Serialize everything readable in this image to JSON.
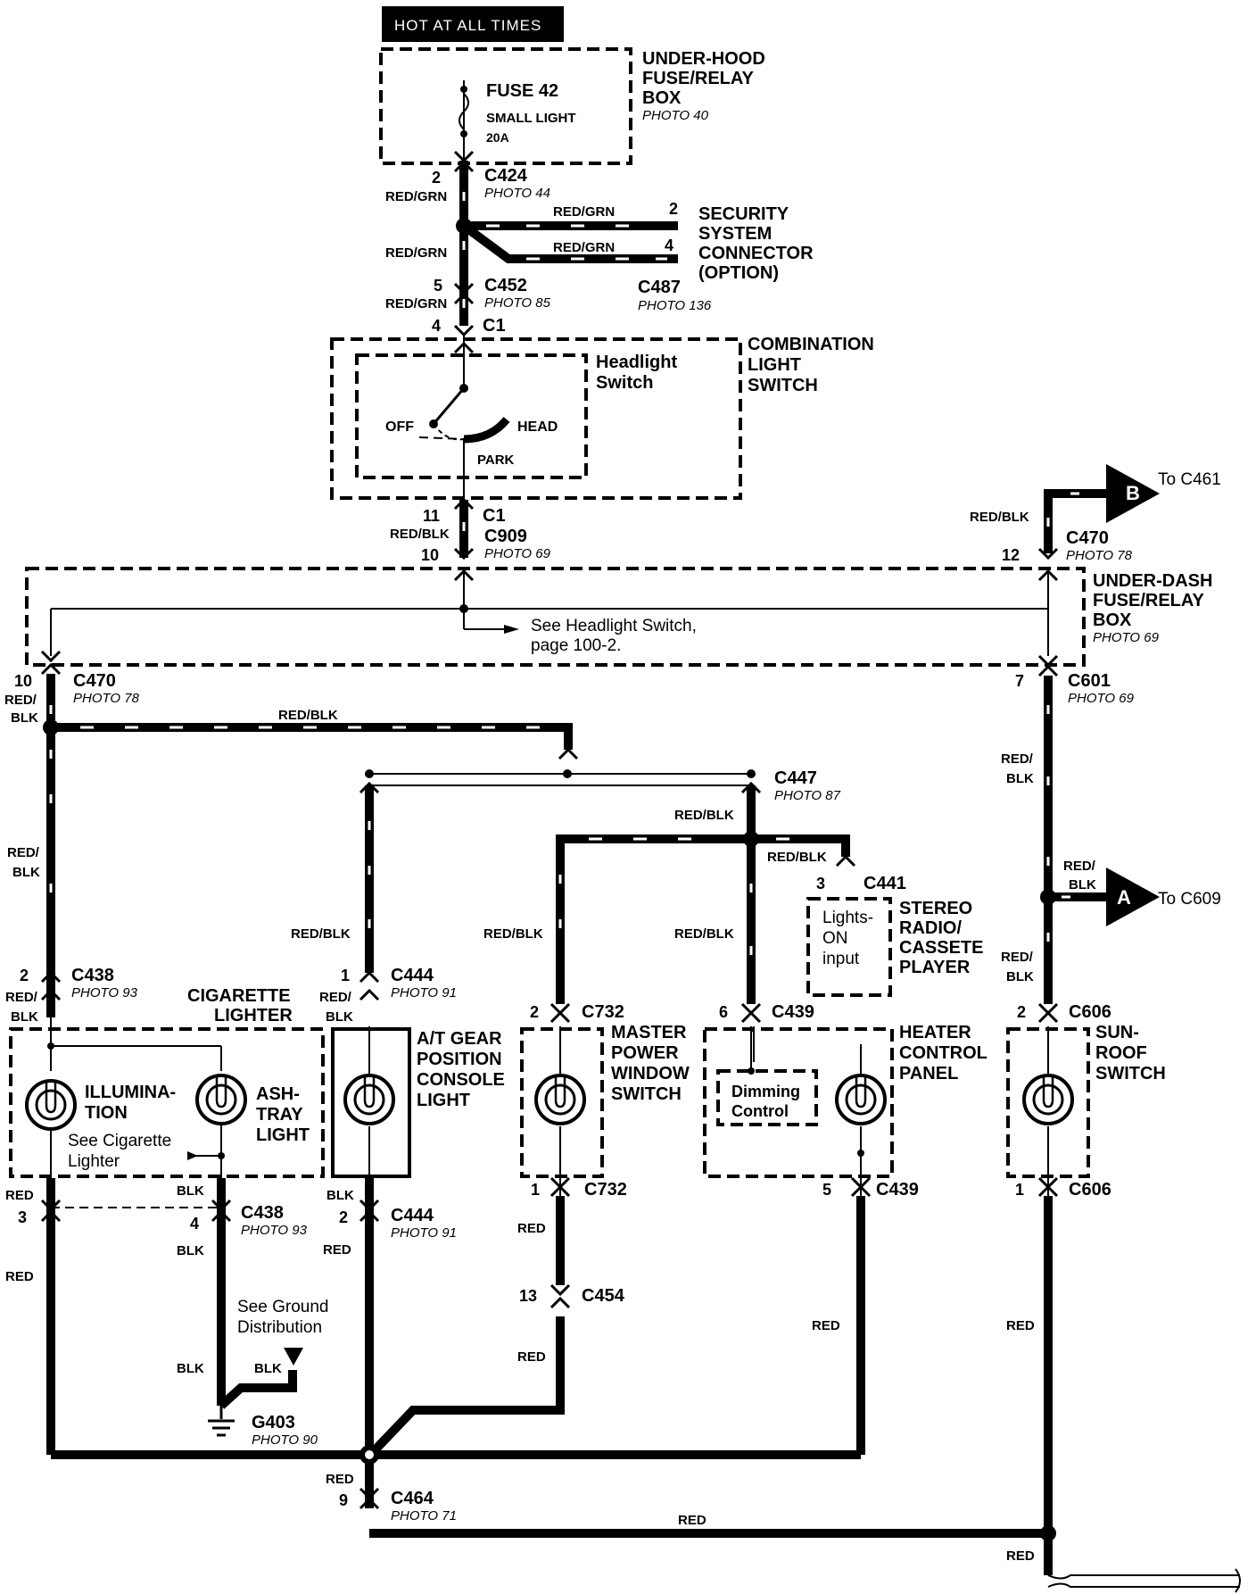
{
  "header": {
    "hot_label": "HOT AT ALL TIMES"
  },
  "under_hood_box": {
    "name_lines": [
      "UNDER-HOOD",
      "FUSE/RELAY",
      "BOX"
    ],
    "photo": "PHOTO 40",
    "fuse_name": "FUSE 42",
    "fuse_desc": "SMALL LIGHT",
    "fuse_rating": "20A"
  },
  "c424": {
    "pin": "2",
    "id": "C424",
    "photo": "PHOTO 44",
    "wire": "RED/GRN"
  },
  "security": {
    "name_lines": [
      "SECURITY",
      "SYSTEM",
      "CONNECTOR",
      "(OPTION)"
    ],
    "wire_top": "RED/GRN",
    "pin_top": "2",
    "wire_bottom": "RED/GRN",
    "pin_bottom": "4",
    "connector": "C487",
    "photo": "PHOTO 136",
    "left_wire": "RED/GRN"
  },
  "c452": {
    "pin": "5",
    "id": "C452",
    "photo": "PHOTO 85",
    "wire": "RED/GRN"
  },
  "combination_switch": {
    "pin_top": "4",
    "conn_top": "C1",
    "name_lines": [
      "COMBINATION",
      "LIGHT",
      "SWITCH"
    ],
    "inner_name_lines": [
      "Headlight",
      "Switch"
    ],
    "off": "OFF",
    "head": "HEAD",
    "park": "PARK",
    "pin_bottom": "11",
    "conn_bottom": "C1",
    "wire": "RED/BLK"
  },
  "c909": {
    "id": "C909",
    "pin": "10",
    "photo": "PHOTO 69"
  },
  "c470_right": {
    "pin": "12",
    "id": "C470",
    "photo": "PHOTO 78",
    "wire": "RED/BLK"
  },
  "to_b": {
    "letter": "B",
    "label": "To  C461"
  },
  "under_dash_box": {
    "name_lines": [
      "UNDER-DASH",
      "FUSE/RELAY",
      "BOX"
    ],
    "photo": "PHOTO 69",
    "note_lines": [
      "See Headlight Switch,",
      "page 100-2."
    ]
  },
  "c470_left": {
    "pin": "10",
    "id": "C470",
    "photo": "PHOTO 78",
    "wire_lines": [
      "RED/",
      "BLK"
    ]
  },
  "c601": {
    "pin": "7",
    "id": "C601",
    "photo": "PHOTO 69"
  },
  "top_bus_wire": "RED/BLK",
  "c447": {
    "id": "C447",
    "photo": "PHOTO 87",
    "wire": "RED/BLK"
  },
  "right_branch": {
    "wire_upper_lines": [
      "RED/",
      "BLK"
    ],
    "wire_to_a_lines": [
      "RED/",
      "BLK"
    ],
    "wire_lower_lines": [
      "RED/",
      "BLK"
    ]
  },
  "to_a": {
    "letter": "A",
    "label": "To  C609"
  },
  "c441": {
    "pin": "3",
    "id": "C441",
    "wire": "RED/BLK"
  },
  "stereo": {
    "name_lines": [
      "STEREO",
      "RADIO/",
      "CASSETE",
      "PLAYER"
    ],
    "input_lines": [
      "Lights-",
      "ON",
      "input"
    ]
  },
  "wire_left_vert_lines": [
    "RED/",
    "BLK"
  ],
  "wire_mid1": "RED/BLK",
  "wire_mid2": "RED/BLK",
  "wire_mid3": "RED/BLK",
  "c438_top": {
    "pin": "2",
    "id": "C438",
    "photo": "PHOTO 93",
    "wire_lines": [
      "RED/",
      "BLK"
    ]
  },
  "cigarette": {
    "name_lines": [
      "CIGARETTE",
      "LIGHTER"
    ],
    "illum_lines": [
      "ILLUMINA-",
      "TION"
    ],
    "ash_lines": [
      "ASH-",
      "TRAY",
      "LIGHT"
    ],
    "see_lines": [
      "See Cigarette",
      "Lighter"
    ]
  },
  "c444_top": {
    "pin": "1",
    "id": "C444",
    "photo": "PHOTO 91",
    "wire_lines": [
      "RED/",
      "BLK"
    ]
  },
  "at_gear": {
    "name_lines": [
      "A/T GEAR",
      "POSITION",
      "CONSOLE",
      "LIGHT"
    ]
  },
  "c732_top": {
    "pin": "2",
    "id": "C732"
  },
  "master_power": {
    "name_lines": [
      "MASTER",
      "POWER",
      "WINDOW",
      "SWITCH"
    ]
  },
  "c439_top": {
    "pin": "6",
    "id": "C439"
  },
  "heater": {
    "name_lines": [
      "HEATER",
      "CONTROL",
      "PANEL"
    ],
    "dimming_lines": [
      "Dimming",
      "Control"
    ]
  },
  "c606_top": {
    "pin": "2",
    "id": "C606"
  },
  "sunroof": {
    "name_lines": [
      "SUN-",
      "ROOF",
      "SWITCH"
    ]
  },
  "c438_bottom": {
    "wire_red": "RED",
    "pin_red": "3",
    "wire_blk": "BLK",
    "pin_blk": "4",
    "id": "C438",
    "photo": "PHOTO 93",
    "wire_blk2": "BLK",
    "wire_red2": "RED"
  },
  "c444_bottom": {
    "wire_blk": "BLK",
    "pin": "2",
    "id": "C444",
    "photo": "PHOTO 91",
    "wire_red": "RED"
  },
  "c732_bottom": {
    "pin": "1",
    "id": "C732",
    "wire_red": "RED"
  },
  "c454": {
    "pin": "13",
    "id": "C454",
    "wire_red": "RED"
  },
  "c439_bottom": {
    "pin": "5",
    "id": "C439",
    "wire_red": "RED"
  },
  "c606_bottom": {
    "pin": "1",
    "id": "C606",
    "wire_red": "RED"
  },
  "ground": {
    "see_lines": [
      "See Ground",
      "Distribution"
    ],
    "wire_blk1": "BLK",
    "wire_blk2": "BLK",
    "id": "G403",
    "photo": "PHOTO 90"
  },
  "c464": {
    "wire_red": "RED",
    "pin": "9",
    "id": "C464",
    "photo": "PHOTO 71",
    "wire_bottom": "RED"
  },
  "bottom_right_wire": "RED"
}
